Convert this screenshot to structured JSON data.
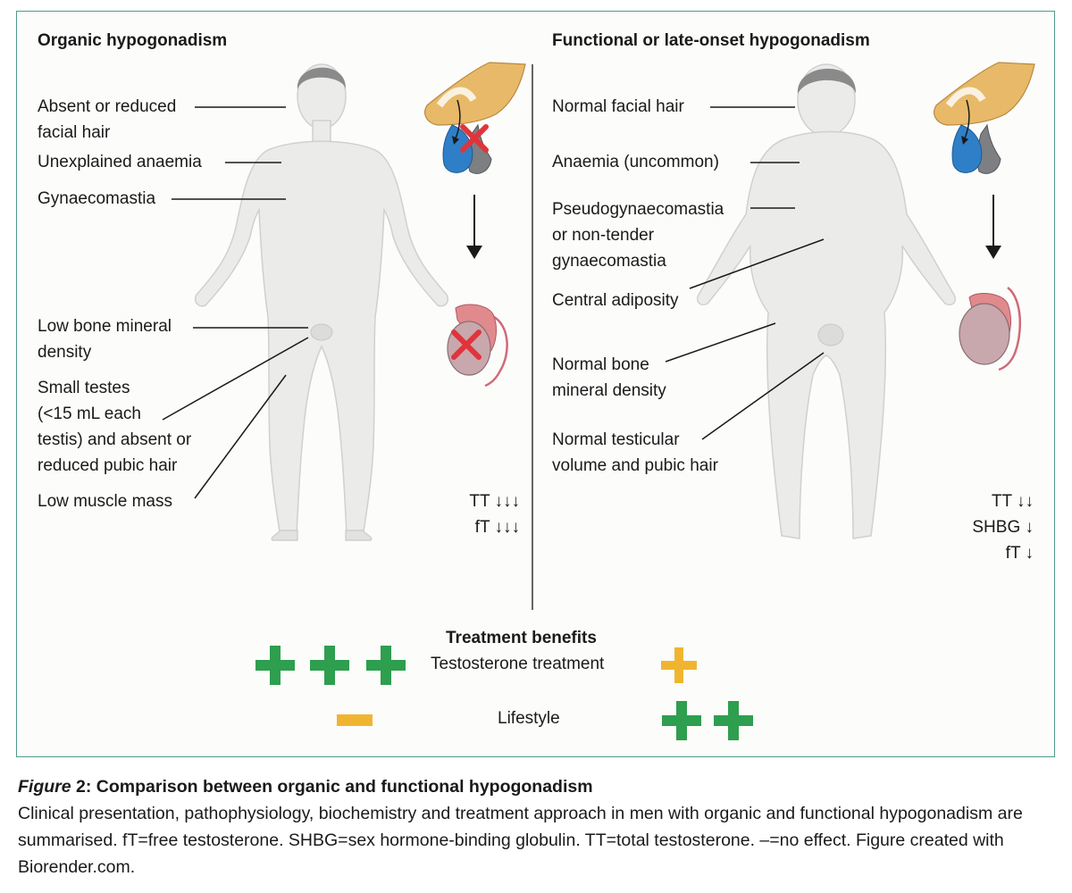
{
  "left_panel": {
    "heading": "Organic hypogonadism",
    "labels": {
      "facial_hair": [
        "Absent or reduced",
        "facial hair"
      ],
      "anaemia": "Unexplained anaemia",
      "gynaecomastia": "Gynaecomastia",
      "bone": [
        "Low bone mineral",
        "density"
      ],
      "testes": [
        "Small testes",
        "(<15 mL each",
        "testis) and absent or",
        "reduced pubic hair"
      ],
      "muscle": "Low muscle mass"
    },
    "lab_values": {
      "tt": "TT ↓↓↓",
      "ft": "fT ↓↓↓"
    }
  },
  "right_panel": {
    "heading": "Functional or late-onset hypogonadism",
    "labels": {
      "facial_hair": "Normal facial hair",
      "anaemia": "Anaemia (uncommon)",
      "gynaecomastia": [
        "Pseudogynaecomastia",
        "or non-tender",
        "gynaecomastia"
      ],
      "adiposity": "Central adiposity",
      "bone": [
        "Normal bone",
        "mineral density"
      ],
      "testicular": [
        "Normal testicular",
        "volume and pubic hair"
      ]
    },
    "lab_values": {
      "tt": "TT ↓↓",
      "shbg": "SHBG ↓",
      "ft": "fT ↓"
    }
  },
  "treatment": {
    "title": "Treatment benefits",
    "testosterone_label": "Testosterone treatment",
    "lifestyle_label": "Lifestyle",
    "organic_testosterone_benefit": 3,
    "organic_lifestyle_benefit": 0,
    "functional_testosterone_benefit": 1,
    "functional_lifestyle_benefit": 2
  },
  "colors": {
    "border": "#4f9a8c",
    "strong_benefit": "#2e9e4f",
    "weak_benefit": "#f0b530",
    "cross": "#e0343a",
    "body": "#ebebea",
    "hypothalamus": "#e8b968",
    "pituitary_anterior": "#2f7fc8",
    "pituitary_posterior": "#7d7f82",
    "testis": "#c8a8ad"
  },
  "caption": {
    "figure_label": "Figure",
    "figure_number": " 2:",
    "title": " Comparison between organic and functional hypogonadism",
    "text": "Clinical presentation, pathophysiology, biochemistry and treatment approach in men with organic and functional hypogonadism are summarised. fT=free testosterone. SHBG=sex hormone-binding globulin. TT=total testosterone. –=no effect. Figure created with Biorender.com."
  }
}
